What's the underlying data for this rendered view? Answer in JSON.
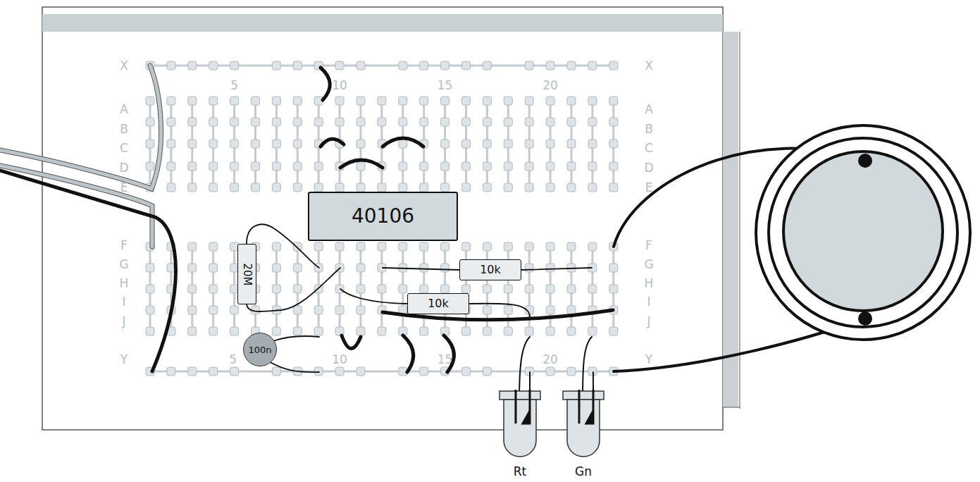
{
  "diagram": {
    "nodes": [
      {
        "text": [
          "40106"
        ]
      },
      {
        "text": [
          "20M"
        ]
      },
      {
        "text": [
          "10k"
        ]
      },
      {
        "text": [
          "10k"
        ]
      },
      {
        "text": [
          "100n"
        ]
      },
      {
        "text": [
          "Rt"
        ]
      },
      {
        "text": [
          "Gn"
        ]
      }
    ],
    "labels": [
      "X",
      "5",
      "10",
      "15",
      "20",
      "X",
      "A",
      "B",
      "C",
      "D",
      "E",
      "A",
      "B",
      "C",
      "D",
      "E",
      "F",
      "G",
      "H",
      "I",
      "J",
      "F",
      "G",
      "H",
      "I",
      "J",
      "Y",
      "5",
      "10",
      "15",
      "20",
      "Y"
    ]
  }
}
